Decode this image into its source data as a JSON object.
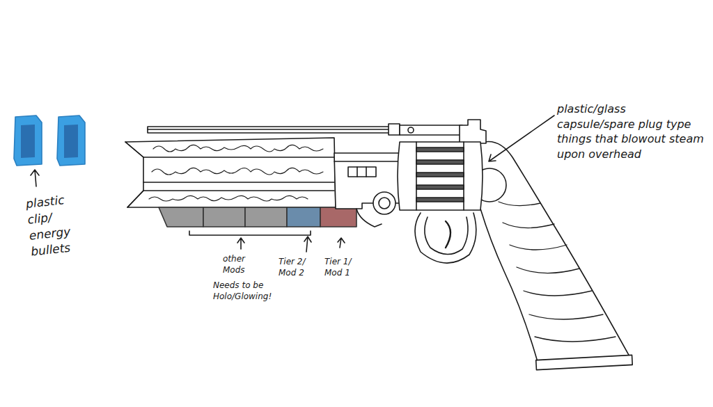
{
  "diagram": {
    "labels": [
      "plastic clip/ energy bullets",
      "other Mods",
      "Needs to be Holo/Glowing!",
      "Tier 2/ Mod 2",
      "Tier 1/ Mod 1",
      "plastic/glass capsule/spare plug type things that blowout steam upon overhead"
    ]
  }
}
